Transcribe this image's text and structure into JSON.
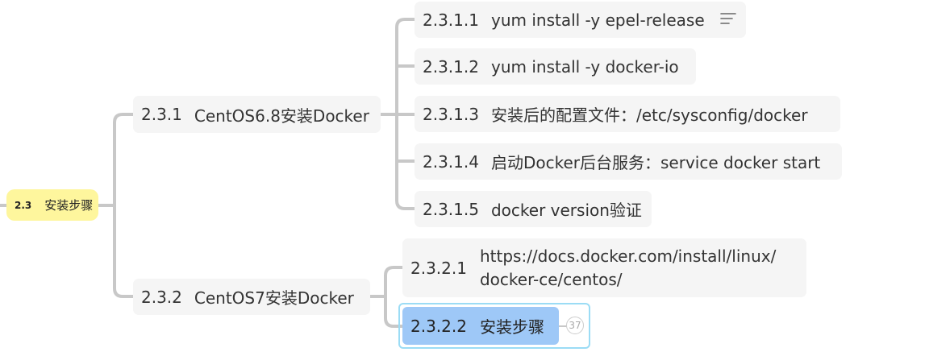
{
  "root": {
    "num": "2.3",
    "label": "安装步骤"
  },
  "branch1": {
    "num": "2.3.1",
    "label": "CentOS6.8安装Docker",
    "children": [
      {
        "num": "2.3.1.1",
        "label": "yum install -y epel-release",
        "icon": "note-lines-icon"
      },
      {
        "num": "2.3.1.2",
        "label": "yum install -y docker-io"
      },
      {
        "num": "2.3.1.3",
        "label": "安装后的配置文件：/etc/sysconfig/docker"
      },
      {
        "num": "2.3.1.4",
        "label": "启动Docker后台服务：service docker start"
      },
      {
        "num": "2.3.1.5",
        "label": "docker version验证"
      }
    ]
  },
  "branch2": {
    "num": "2.3.2",
    "label": "CentOS7安装Docker",
    "children": [
      {
        "num": "2.3.2.1",
        "label_line1": "https://docs.docker.com/install/linux/",
        "label_line2": "docker-ce/centos/"
      },
      {
        "num": "2.3.2.2",
        "label": "安装步骤",
        "collapsed_count": "37"
      }
    ]
  },
  "colors": {
    "connector": "#c8c8c8",
    "root_bg": "#fef69d",
    "selected_bg": "#9ec8f7",
    "selected_border": "#9bdcf5"
  }
}
